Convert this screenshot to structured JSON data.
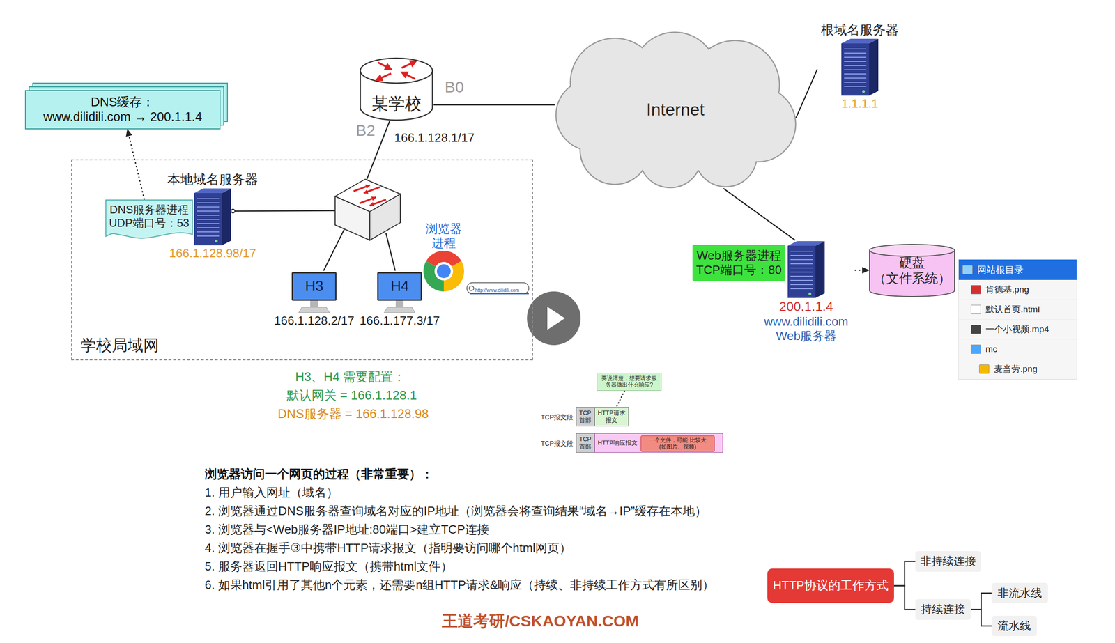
{
  "diagram": {
    "nodes": [
      {
        "text": [
          "DNS缓存：",
          "www.dilidili.com → 200.1.1.4"
        ]
      },
      {
        "text": [
          "某学校"
        ]
      },
      {
        "text": [
          "Internet"
        ]
      },
      {
        "text": [
          "根域名服务器",
          "1.1.1.1"
        ]
      },
      {
        "text": [
          "学校局域网"
        ]
      },
      {
        "text": [
          "本地域名服务器",
          "166.1.128.98/17"
        ],
        "in": 4
      },
      {
        "text": [
          "DNS服务器进程",
          "UDP端口号：53"
        ],
        "in": 4
      },
      {
        "text": [
          "H3",
          "166.1.128.2/17"
        ],
        "in": 4
      },
      {
        "text": [
          "H4",
          "166.1.177.3/17"
        ],
        "in": 4
      },
      {
        "text": [
          "浏览器进程"
        ],
        "in": 4
      },
      {
        "text": [
          "Web服务器进程",
          "TCP端口号：80"
        ]
      },
      {
        "text": [
          "200.1.1.4",
          "www.dilidili.com",
          "Web服务器"
        ]
      },
      {
        "text": [
          "硬盘",
          "（文件系统）"
        ]
      },
      {
        "text": [
          "网站根目录",
          "肯德基.png",
          "默认首页.html",
          "一个小视频.mp4",
          "mc",
          "麦当劳.png"
        ]
      },
      {
        "text": [
          "要说清楚，想要请求服务器做出什么响应?"
        ]
      },
      {
        "text": [
          "TCP 首部"
        ]
      },
      {
        "text": [
          "HTTP请求 报文"
        ]
      },
      {
        "text": [
          "TCP 首部"
        ]
      },
      {
        "text": [
          "HTTP响应报文"
        ]
      },
      {
        "text": [
          "一个文件，可能 比较大(如图片、视频)"
        ],
        "in": 18
      },
      {
        "text": [
          "HTTP协议的工作方式"
        ]
      },
      {
        "text": [
          "非持续连接"
        ]
      },
      {
        "text": [
          "持续连接"
        ]
      },
      {
        "text": [
          "非流水线"
        ]
      },
      {
        "text": [
          "流水线"
        ]
      }
    ],
    "edges": [
      {
        "from": 6,
        "to": 0,
        "arrow": "to"
      },
      {
        "from": 1,
        "to": 2,
        "arrow": "none"
      },
      {
        "from": 2,
        "to": 3,
        "arrow": "none"
      },
      {
        "from": 2,
        "to": 11,
        "arrow": "none"
      },
      {
        "from": 11,
        "to": 12,
        "arrow": "to"
      },
      {
        "from": 14,
        "to": 16,
        "arrow": "none"
      },
      {
        "from": 20,
        "to": 21,
        "arrow": "none"
      },
      {
        "from": 20,
        "to": 22,
        "arrow": "none"
      },
      {
        "from": 22,
        "to": 23,
        "arrow": "none"
      },
      {
        "from": 22,
        "to": 24,
        "arrow": "none"
      }
    ],
    "labels": [
      "B0",
      "B2",
      "166.1.128.1/17",
      "http://www.dilidili.com",
      "H3、H4 需要配置：",
      "默认网关 = 166.1.128.1",
      "DNS服务器 = 166.1.128.98",
      "TCP报文段",
      "TCP报文段",
      "浏览器访问一个网页的过程（非常重要）：",
      "1. 用户输入网址（域名）",
      "2. 浏览器通过DNS服务器查询域名对应的IP地址（浏览器会将查询结果“域名→IP”缓存在本地）",
      "3. 浏览器与<Web服务器IP地址:80端口>建立TCP连接",
      "4. 浏览器在握手③中携带HTTP请求报文（指明要访问哪个html网页）",
      "5. 服务器返回HTTP响应报文（携带html文件）",
      "6. 如果html引用了其他n个元素，还需要n组HTTP请求&响应（持续、非持续工作方式有所区别）",
      "王道考研/CSKAOYAN.COM"
    ]
  }
}
